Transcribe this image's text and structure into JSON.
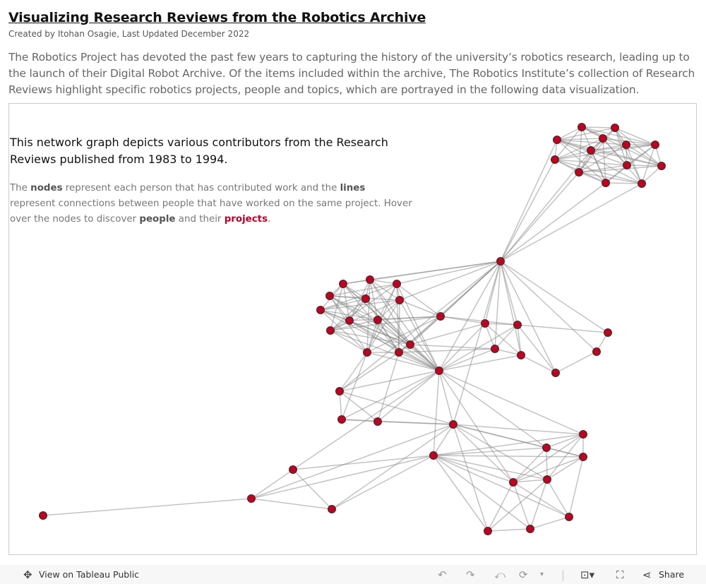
{
  "header": {
    "title": "Visualizing Research Reviews from the Robotics Archive",
    "subtitle": "Created by Itohan Osagie, Last Updated December 2022",
    "intro": "The Robotics Project has devoted the past few years to capturing the history of the university’s robotics research, leading up to the launch of their Digital Robot Archive. Of the items included within the archive, The Robotics Institute’s collection of Research Reviews highlight specific robotics projects, people and topics, which are portrayed in the following data visualization."
  },
  "graph_panel": {
    "heading": "This network graph depicts various contributors from the Research Reviews published from 1983 to 1994.",
    "desc": {
      "p1": "The ",
      "b1": "nodes",
      "p2": " represent each person that has contributed work and the ",
      "b2": "lines",
      "p3": " represent connections between people that have worked on the same project. Hover over the nodes to discover ",
      "b3": "people",
      "p4": " and their ",
      "b4": "projects",
      "p5": "."
    },
    "node_color": "#c0001f",
    "edge_color": "#888888"
  },
  "toolbar": {
    "view_on": "View on Tableau Public",
    "share": "Share",
    "icons": [
      "tableau-logo-icon",
      "undo-icon",
      "redo-icon",
      "revert-icon",
      "refresh-icon",
      "download-icon",
      "fullscreen-icon",
      "share-icon"
    ]
  }
}
